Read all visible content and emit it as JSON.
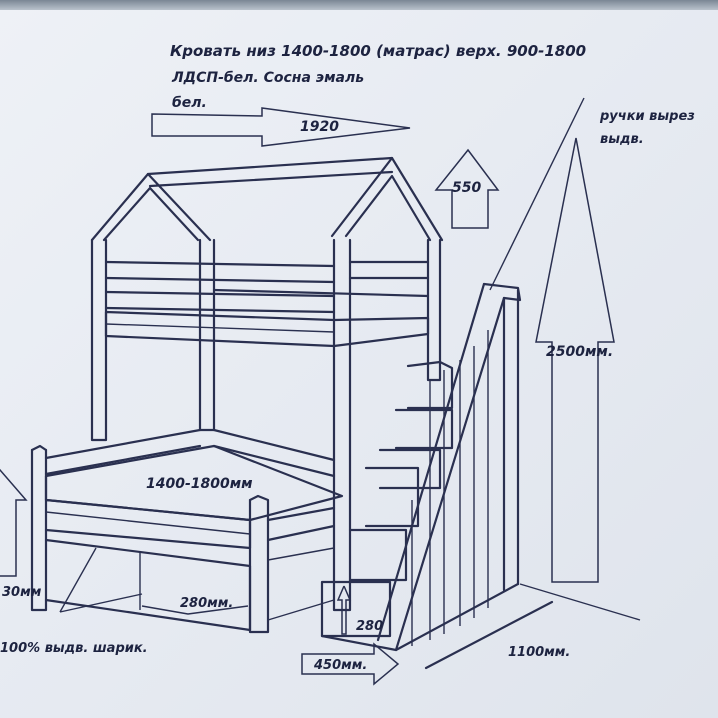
{
  "title": {
    "line1": "Кровать  низ 1400-1800 (матрас) верх. 900-1800",
    "line2": "ЛДСП-бел. Сосна эмаль",
    "line3": "бел."
  },
  "dimensions": {
    "width": "1920",
    "roof": "550",
    "height_total": "2500мм.",
    "lower_berth": "1400-1800мм",
    "drawer_height": "280мм.",
    "step_height": "280",
    "step_depth": "450мм.",
    "stair_width": "1100мм.",
    "side_height": "30мм"
  },
  "notes": {
    "handles_line1": "ручки вырез",
    "handles_line2": "выдв.",
    "drawers": "100% выдв. шарик."
  }
}
